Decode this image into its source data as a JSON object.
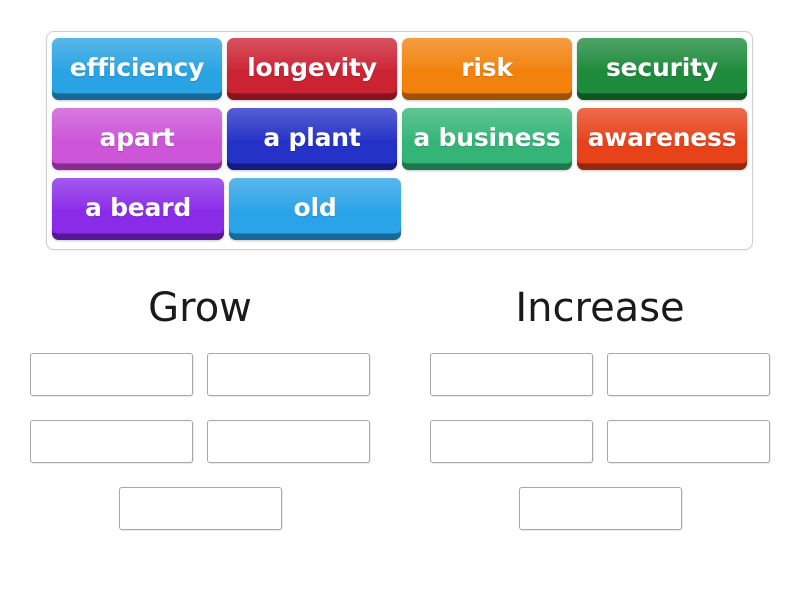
{
  "activity": {
    "type": "group-sort",
    "word_bank": {
      "rows": [
        [
          {
            "label": "efficiency",
            "color": "#29A3E3",
            "edge": "#1B84BD",
            "width": 172
          },
          {
            "label": "longevity",
            "color": "#CC2333",
            "edge": "#A71A28",
            "width": 172
          },
          {
            "label": "risk",
            "color": "#F2820C",
            "edge": "#C86705",
            "width": 172
          },
          {
            "label": "security",
            "color": "#1E8A3C",
            "edge": "#156A2C",
            "width": 172
          }
        ],
        [
          {
            "label": "apart",
            "color": "#CC55D8",
            "edge": "#AB36B8",
            "width": 172
          },
          {
            "label": "a plant",
            "color": "#2532C8",
            "edge": "#1A23A0",
            "width": 172
          },
          {
            "label": "a business",
            "color": "#34B577",
            "edge": "#249760",
            "width": 172
          },
          {
            "label": "awareness",
            "color": "#E8421B",
            "edge": "#BC3312",
            "width": 172
          }
        ],
        [
          {
            "label": "a beard",
            "color": "#8A2BE8",
            "edge": "#6E1DBD",
            "width": 172
          },
          {
            "label": "old",
            "color": "#2BA3E8",
            "edge": "#1C84C0",
            "width": 172
          }
        ]
      ]
    },
    "categories": [
      {
        "title": "Grow",
        "slots": [
          {
            "value": "",
            "placeholder": ""
          },
          {
            "value": "",
            "placeholder": ""
          },
          {
            "value": "",
            "placeholder": ""
          },
          {
            "value": "",
            "placeholder": ""
          },
          {
            "value": "",
            "placeholder": ""
          }
        ]
      },
      {
        "title": "Increase",
        "slots": [
          {
            "value": "",
            "placeholder": ""
          },
          {
            "value": "",
            "placeholder": ""
          },
          {
            "value": "",
            "placeholder": ""
          },
          {
            "value": "",
            "placeholder": ""
          },
          {
            "value": "",
            "placeholder": ""
          }
        ]
      }
    ]
  },
  "colors": {
    "page_background": "#FFFFFF",
    "bank_border": "#CFCFCF",
    "slot_border": "#A8A8A8",
    "title_text": "#1A1A1A",
    "tile_text": "#FFFFFF"
  }
}
